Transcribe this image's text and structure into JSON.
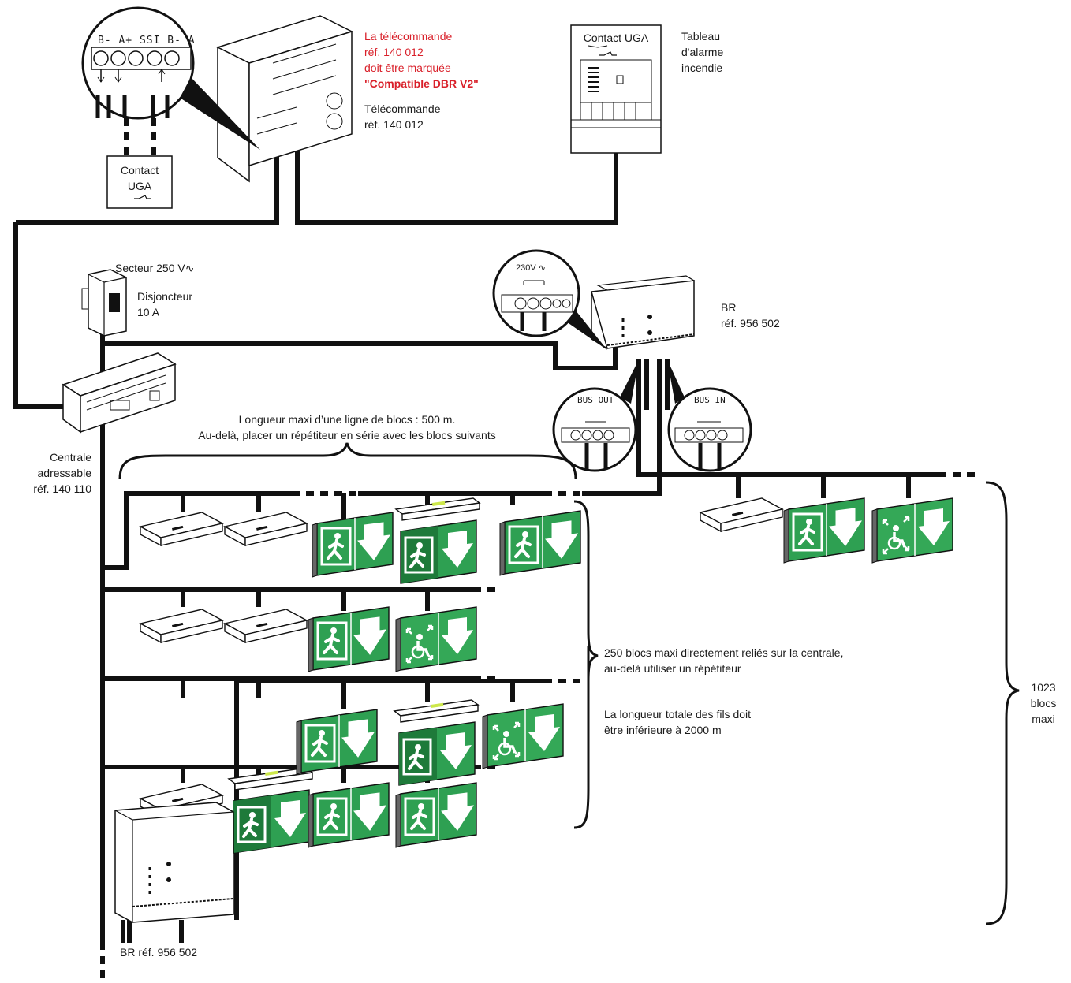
{
  "colors": {
    "wire": "#111111",
    "sign_green": "#2ea052",
    "sign_dark": "#1e7a3a",
    "highlight_red": "#d9202a"
  },
  "telecommande": {
    "terminal_labels": [
      "B-",
      "A+",
      "SSI",
      "B-",
      "A"
    ],
    "note_line1": "La télécommande",
    "note_line2": "réf. 140 012",
    "note_line3": "doit être marquée",
    "note_line4": "\"Compatible DBR V2\"",
    "name": "Télécommande",
    "ref": "réf. 140 012"
  },
  "contact_uga_small": {
    "line1": "Contact",
    "line2": "UGA"
  },
  "tableau": {
    "contact_label": "Contact UGA",
    "line1": "Tableau",
    "line2": "d'alarme",
    "line3": "incendie"
  },
  "secteur": {
    "label": "Secteur 250 V"
  },
  "disjoncteur": {
    "line1": "Disjoncteur",
    "line2": "10 A"
  },
  "centrale": {
    "line1": "Centrale",
    "line2": "adressable",
    "line3": "réf. 140 110"
  },
  "br_top": {
    "name": "BR",
    "ref": "réf. 956 502",
    "voltage_label": "230V"
  },
  "bus_out": {
    "label": "BUS OUT"
  },
  "bus_in": {
    "label": "BUS IN"
  },
  "longueur_note": {
    "line1": "Longueur maxi d’une ligne de blocs : 500 m.",
    "line2": "Au-delà, placer un répétiteur en série avec les blocs suivants"
  },
  "blocs_note": {
    "line1": "250 blocs maxi directement reliés sur la centrale,",
    "line2": "au-delà utiliser un répétiteur",
    "line3": "La longueur totale des fils doit",
    "line4": "être inférieure à 2000 m"
  },
  "total_note": {
    "line1": "1023",
    "line2": "blocs",
    "line3": "maxi"
  },
  "br_bottom": {
    "label": "BR réf. 956 502"
  }
}
